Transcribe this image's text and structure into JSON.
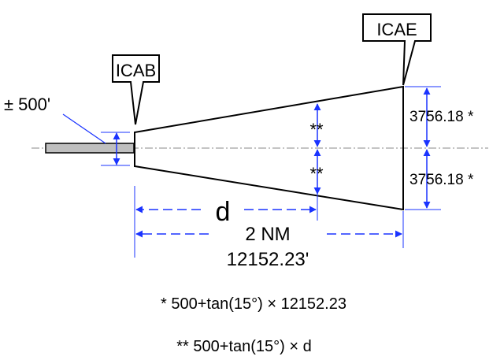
{
  "callouts": {
    "start": "ICAB",
    "end": "ICAE"
  },
  "tolerance_label": "± 500'",
  "dim_labels": {
    "upper_half": "3756.18 *",
    "lower_half": "3756.18 *",
    "inner_upper": "**",
    "inner_lower": "**",
    "distance_var": "d",
    "length_nm": "2 NM",
    "length_ft": "12152.23'"
  },
  "formulas": {
    "single_star": "* 500+tan(15°) × 12152.23",
    "double_star": "** 500+tan(15°) × d"
  },
  "colors": {
    "dimension": "#1a33ff",
    "outline": "#000000",
    "centerline": "#888888",
    "runway_fill": "#bfbfbf"
  }
}
